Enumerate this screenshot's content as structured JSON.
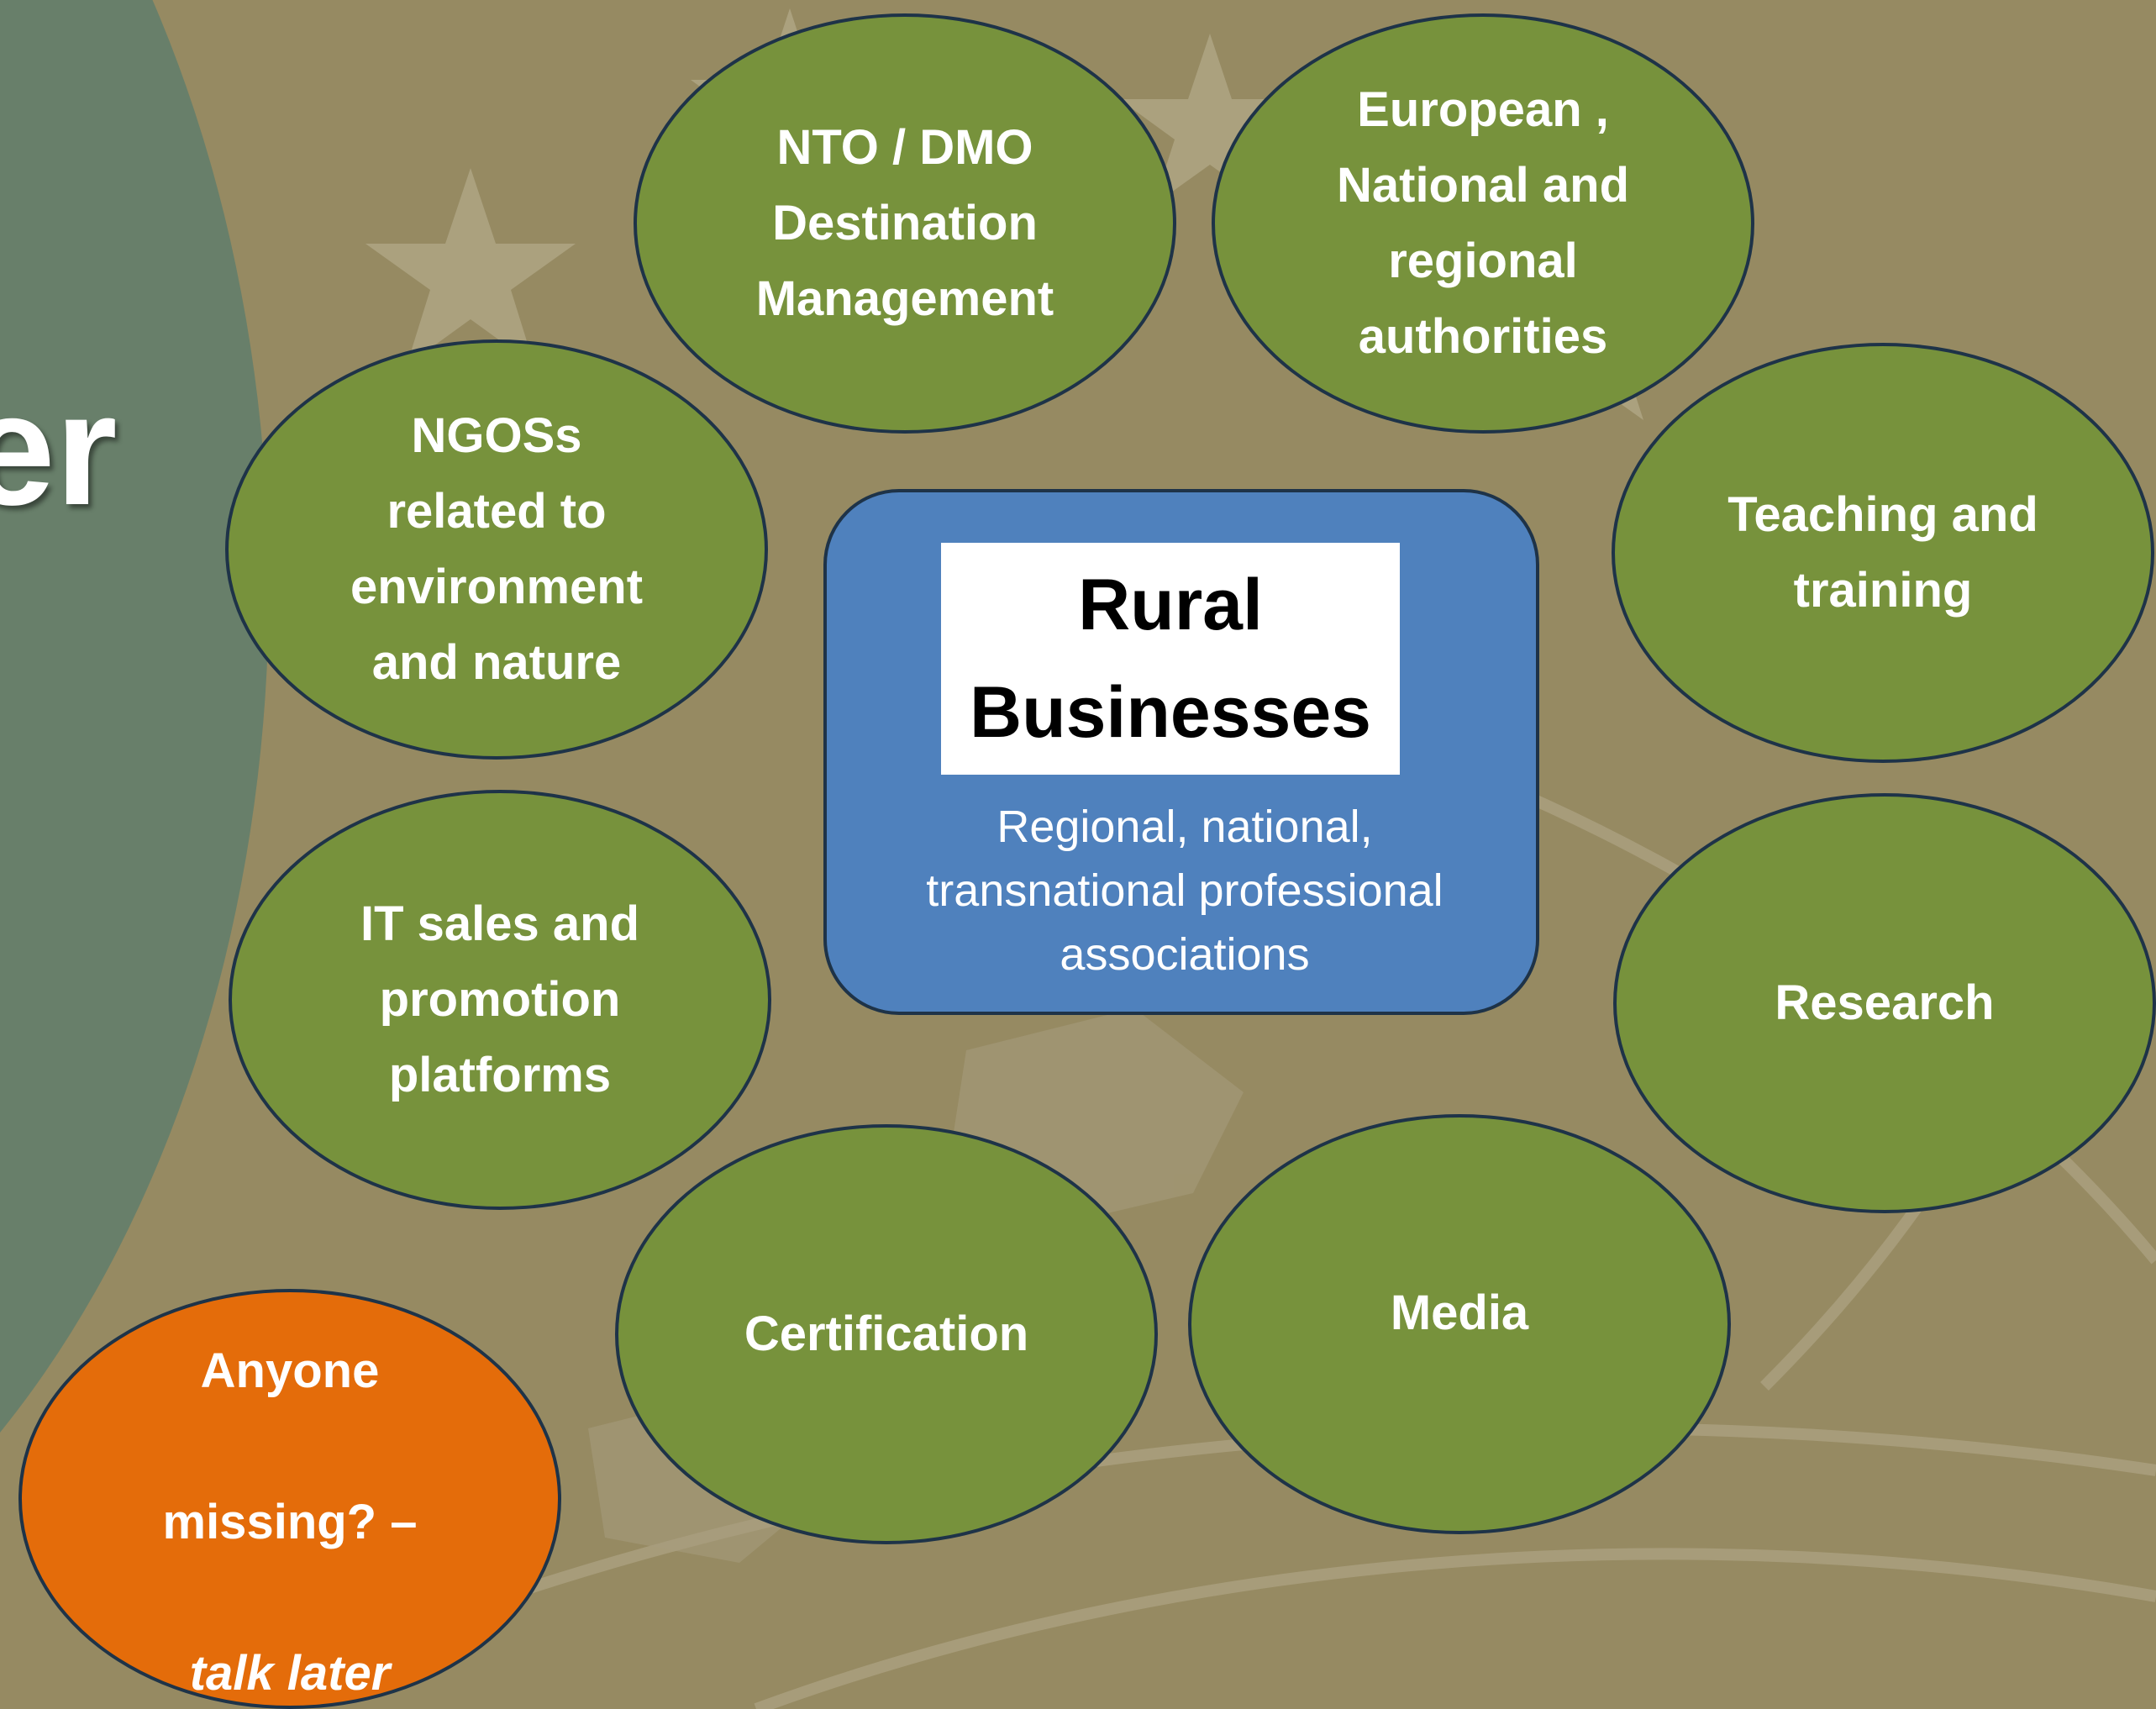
{
  "side": {
    "partial_title": "er"
  },
  "center": {
    "title": "Rural\nBusinesses",
    "subtitle": "Regional, national,\ntransnational professional\nassociations"
  },
  "nodes": {
    "nto_dmo": "NTO / DMO\nDestination\nManagement",
    "authorities": "European ,\nNational and\nregional\nauthorities",
    "ngos": "NGOSs\nrelated to\nenvironment\nand nature",
    "teaching": "Teaching and\ntraining",
    "it_sales": "IT sales and\npromotion\nplatforms",
    "research": "Research",
    "certification": "Certification",
    "media": "Media",
    "missing_line1": "Anyone",
    "missing_line2": "missing? –",
    "missing_line3": "talk later"
  },
  "colors": {
    "background": "#968a62",
    "side_circle": "#687f6a",
    "node_green": "#77923c",
    "node_orange": "#e46c0a",
    "center_blue": "#4f81bd",
    "outline": "#1e3348"
  }
}
